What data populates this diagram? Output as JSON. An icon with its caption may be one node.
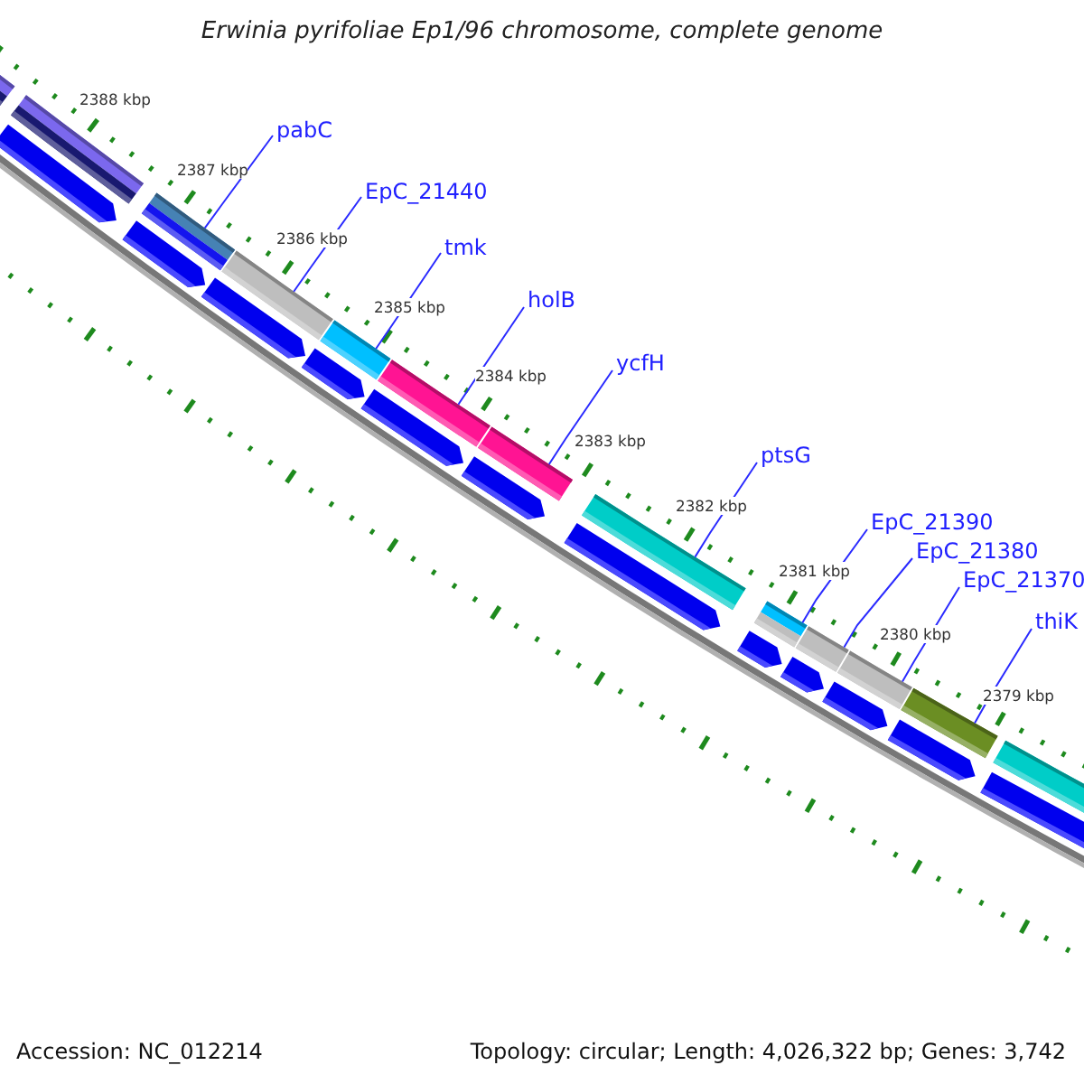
{
  "diagram": {
    "title": "Erwinia pyrifoliae Ep1/96 chromosome, complete genome",
    "nodes": [
      {
        "text": [
          "pabC"
        ]
      },
      {
        "text": [
          "EpC_21440"
        ]
      },
      {
        "text": [
          "tmk"
        ]
      },
      {
        "text": [
          "holB"
        ]
      },
      {
        "text": [
          "ycfH"
        ]
      },
      {
        "text": [
          "ptsG"
        ]
      },
      {
        "text": [
          "EpC_21390"
        ]
      },
      {
        "text": [
          "EpC_21380"
        ]
      },
      {
        "text": [
          "EpC_21370"
        ]
      },
      {
        "text": [
          "thiK"
        ]
      },
      {
        "text": [],
        "shape": "bar"
      },
      {
        "text": [],
        "shape": "bar"
      },
      {
        "text": [],
        "shape": "bar"
      },
      {
        "text": [],
        "shape": "bar"
      },
      {
        "text": [],
        "shape": "bar"
      },
      {
        "text": [],
        "shape": "bar"
      },
      {
        "text": [],
        "shape": "bar"
      },
      {
        "text": [],
        "shape": "bar"
      },
      {
        "text": [],
        "shape": "bar"
      },
      {
        "text": [],
        "shape": "bar"
      }
    ],
    "edges": [
      {
        "from": 0,
        "to": 10,
        "arrow": "none"
      },
      {
        "from": 1,
        "to": 11,
        "arrow": "none"
      },
      {
        "from": 2,
        "to": 12,
        "arrow": "none"
      },
      {
        "from": 3,
        "to": 13,
        "arrow": "none"
      },
      {
        "from": 4,
        "to": 14,
        "arrow": "none"
      },
      {
        "from": 5,
        "to": 15,
        "arrow": "none"
      },
      {
        "from": 6,
        "to": 16,
        "arrow": "none"
      },
      {
        "from": 7,
        "to": 17,
        "arrow": "none"
      },
      {
        "from": 8,
        "to": 18,
        "arrow": "none"
      },
      {
        "from": 9,
        "to": 19,
        "arrow": "none"
      }
    ],
    "labels": [
      "2388 kbp",
      "2387 kbp",
      "2386 kbp",
      "2385 kbp",
      "2384 kbp",
      "2383 kbp",
      "2382 kbp",
      "2381 kbp",
      "2380 kbp",
      "2379 kbp",
      "Accession: NC_012214",
      "Topology: circular; Length: 4,026,322 bp; Genes: 3,742"
    ]
  }
}
